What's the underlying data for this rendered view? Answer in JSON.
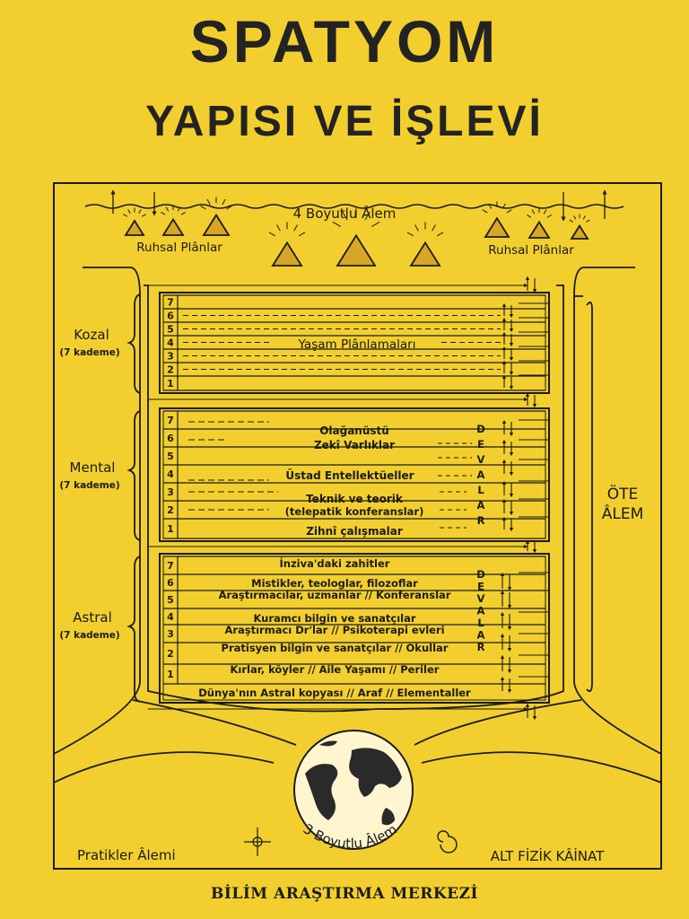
{
  "page": {
    "title": "SPATYOM",
    "subtitle": "YAPISI VE İŞLEVİ",
    "footer": "BİLİM ARAŞTIRMA MERKEZİ"
  },
  "top": {
    "realm_4d": "4 Boyutlu Âlem",
    "spiritual_planes_left": "Ruhsal Plânlar",
    "spiritual_planes_right": "Ruhsal Plânlar"
  },
  "kozal": {
    "label": "Kozal",
    "sub": "(7 kademe)",
    "numbers": [
      "7",
      "6",
      "5",
      "4",
      "3",
      "2",
      "1"
    ],
    "center": "Yaşam Plânlamaları"
  },
  "mental": {
    "label": "Mental",
    "sub": "(7 kademe)",
    "numbers": [
      "7",
      "6",
      "5",
      "4",
      "3",
      "2",
      "1"
    ],
    "lines": {
      "l6": "Olağanüstü",
      "l5": "Zekî Varlıklar",
      "l4": "Üstad Entellektüeller",
      "l3": "Teknik ve teorik",
      "l2": "(telepatik konferanslar)",
      "l1": "Zihnî çalışmalar"
    },
    "devalar": [
      "D",
      "E",
      "V",
      "A",
      "L",
      "A",
      "R"
    ]
  },
  "astral": {
    "label": "Astral",
    "sub": "(7 kademe)",
    "numbers": [
      "7",
      "6",
      "5",
      "4",
      "3",
      "2",
      "1"
    ],
    "rows": [
      [
        "İnziva'daki zahitler"
      ],
      [
        "Mistikler, teologlar, filozoflar",
        "Araştırmacılar, uzmanlar // Konferanslar"
      ],
      [
        "Kuramcı bilgin ve sanatçılar",
        "Araştırmacı Dr'lar // Psikoterapi evleri"
      ],
      [
        "Pratisyen bilgin ve sanatçılar // Okullar"
      ],
      [
        "Kırlar, köyler // Aile Yaşamı // Periler"
      ],
      [
        "Dünya'nın Astral kopyası // Araf // Elementaller"
      ]
    ],
    "devalar": [
      "D",
      "E",
      "V",
      "A",
      "L",
      "A",
      "R"
    ]
  },
  "side": {
    "ote_1": "ÖTE",
    "ote_2": "ÂLEM"
  },
  "bottom": {
    "realm_3d": "3 Boyutlu Âlem",
    "practical": "Pratikler Âlemi",
    "lower": "ALT FİZİK KÂİNAT"
  }
}
